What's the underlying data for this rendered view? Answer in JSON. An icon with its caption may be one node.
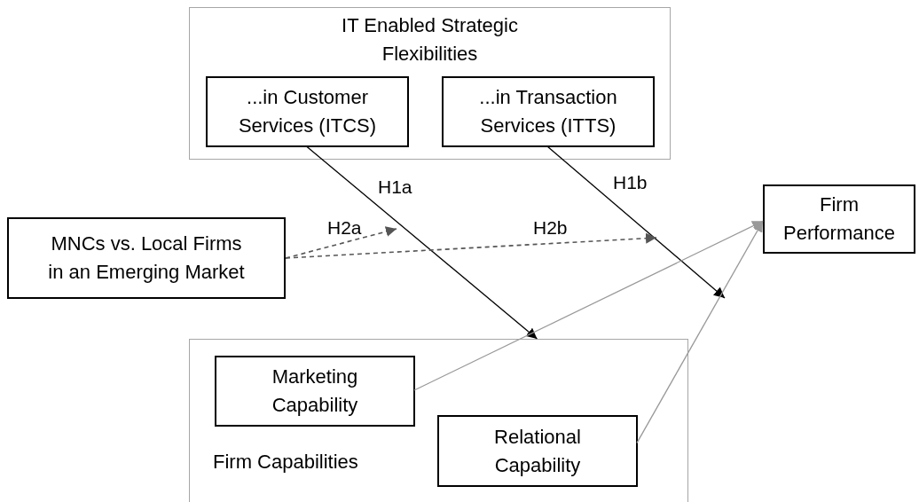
{
  "diagram": {
    "nodes": [
      {
        "text": [
          "IT Enabled Strategic Flexibilities"
        ]
      },
      {
        "text": [
          "...in Customer Services (ITCS)"
        ],
        "in": 0
      },
      {
        "text": [
          "...in Transaction Services (ITTS)"
        ],
        "in": 0
      },
      {
        "text": [
          "MNCs vs. Local Firms in an Emerging Market"
        ]
      },
      {
        "text": [
          "Firm Performance"
        ]
      },
      {
        "text": [
          "Firm Capabilities"
        ]
      },
      {
        "text": [
          "Marketing Capability"
        ],
        "in": 5
      },
      {
        "text": [
          "Relational Capability"
        ],
        "in": 5
      }
    ],
    "edges": [
      {
        "from": 1,
        "to": 5,
        "arrow": "to",
        "label": "H1a"
      },
      {
        "from": 2,
        "to": null,
        "arrow": "to",
        "label": "H1b"
      },
      {
        "from": 3,
        "to": null,
        "arrow": "to",
        "label": "H2a",
        "style": "dashed",
        "color": "#555555"
      },
      {
        "from": 3,
        "to": null,
        "arrow": "to",
        "label": "H2b",
        "style": "dashed",
        "color": "#555555"
      },
      {
        "from": 6,
        "to": 4,
        "arrow": "to",
        "color": "#999999"
      },
      {
        "from": 7,
        "to": 4,
        "arrow": "to",
        "color": "#999999"
      }
    ]
  }
}
